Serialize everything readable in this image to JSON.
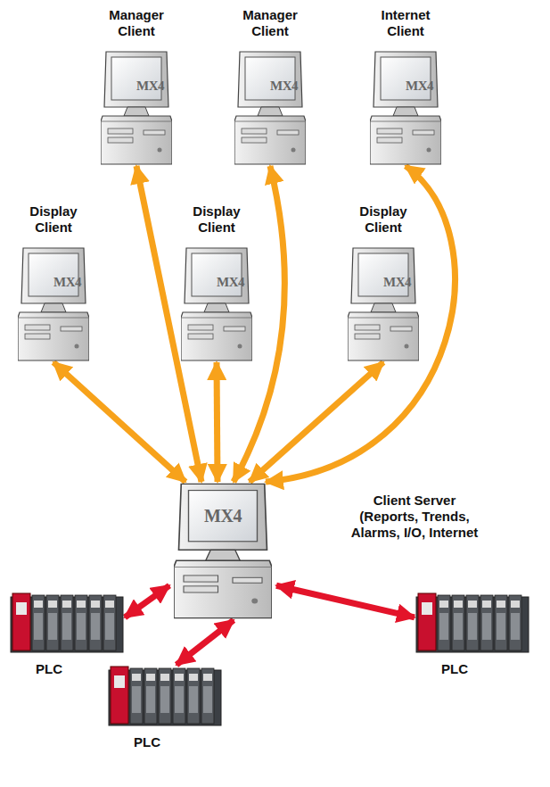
{
  "diagram": {
    "nodes": [
      {
        "text": [
          "Manager Client",
          "MX4"
        ]
      },
      {
        "text": [
          "Manager Client",
          "MX4"
        ]
      },
      {
        "text": [
          "Internet Client",
          "MX4"
        ]
      },
      {
        "text": [
          "Display Client",
          "MX4"
        ]
      },
      {
        "text": [
          "Display Client",
          "MX4"
        ]
      },
      {
        "text": [
          "Display Client",
          "MX4"
        ]
      },
      {
        "text": [
          "Client Server (Reports, Trends, Alarms, I/O, Internet",
          "MX4"
        ]
      },
      {
        "text": [
          "PLC"
        ]
      },
      {
        "text": [
          "PLC"
        ]
      },
      {
        "text": [
          "PLC"
        ]
      }
    ],
    "edges": [
      {
        "from": 0,
        "to": 6,
        "arrow": "both"
      },
      {
        "from": 1,
        "to": 6,
        "arrow": "both"
      },
      {
        "from": 2,
        "to": 6,
        "arrow": "both"
      },
      {
        "from": 3,
        "to": 6,
        "arrow": "both"
      },
      {
        "from": 4,
        "to": 6,
        "arrow": "both"
      },
      {
        "from": 5,
        "to": 6,
        "arrow": "both"
      },
      {
        "from": 6,
        "to": 7,
        "arrow": "both"
      },
      {
        "from": 6,
        "to": 8,
        "arrow": "both"
      },
      {
        "from": 6,
        "to": 9,
        "arrow": "both"
      }
    ]
  }
}
